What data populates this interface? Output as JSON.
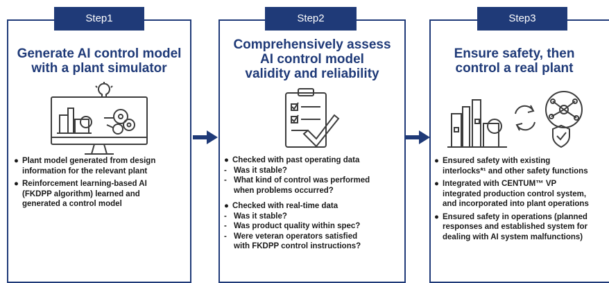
{
  "steps": [
    {
      "tab": "Step1",
      "title": [
        "Generate AI control model",
        "with a plant simulator"
      ],
      "bullets": [
        {
          "type": "bullet",
          "text": "Plant model generated from design"
        },
        {
          "type": "cont",
          "text": "information for the relevant plant"
        },
        {
          "type": "bullet",
          "text": "Reinforcement learning-based AI"
        },
        {
          "type": "cont",
          "text": "(FKDPP algorithm) learned and"
        },
        {
          "type": "cont",
          "text": "generated a control model"
        }
      ]
    },
    {
      "tab": "Step2",
      "title": [
        "Comprehensively assess",
        "AI control model",
        "validity and reliability"
      ],
      "bullets": [
        {
          "type": "bullet",
          "text": "Checked with past operating data"
        },
        {
          "type": "dash",
          "text": "Was it stable?"
        },
        {
          "type": "dash",
          "text": "What kind of control was performed"
        },
        {
          "type": "cont",
          "text": "when problems occurred?"
        },
        {
          "type": "gap",
          "text": ""
        },
        {
          "type": "bullet",
          "text": "Checked with real-time data"
        },
        {
          "type": "dash",
          "text": "Was it stable?"
        },
        {
          "type": "dash",
          "text": "Was product quality within spec?"
        },
        {
          "type": "dash",
          "text": "Were veteran operators satisfied"
        },
        {
          "type": "cont",
          "text": "with FKDPP control instructions?"
        }
      ]
    },
    {
      "tab": "Step3",
      "title": [
        "Ensure safety, then",
        "control a real plant"
      ],
      "bullets": [
        {
          "type": "bullet",
          "text": "Ensured safety with existing"
        },
        {
          "type": "cont",
          "text": "interlocks*¹ and other safety functions"
        },
        {
          "type": "bullet",
          "text": "Integrated with CENTUM™ VP"
        },
        {
          "type": "cont",
          "text": "integrated production control system,"
        },
        {
          "type": "cont",
          "text": "and incorporated into plant operations"
        },
        {
          "type": "bullet",
          "text": "Ensured safety in operations (planned"
        },
        {
          "type": "cont",
          "text": "responses and established system for"
        },
        {
          "type": "cont",
          "text": "dealing with AI system malfunctions)"
        }
      ]
    }
  ],
  "colors": {
    "accent": "#1f3a78",
    "text": "#1a1a1a",
    "icon": "#3c3c3c"
  },
  "icons": [
    "monitor-plant-brain-icon",
    "checklist-clipboard-icon",
    "plant-cycle-brain-shield-icon",
    "right-arrow-icon"
  ]
}
